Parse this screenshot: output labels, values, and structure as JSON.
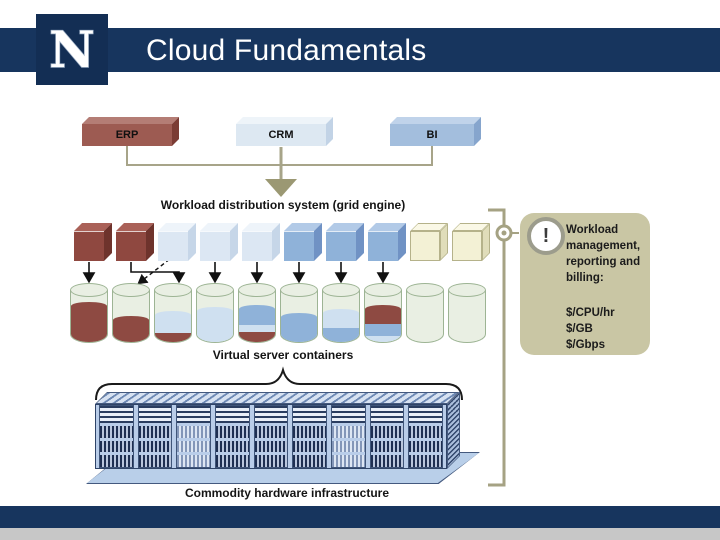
{
  "slide": {
    "title": "Cloud Fundamentals",
    "logo_letter": "N"
  },
  "diagram": {
    "apps": [
      {
        "label": "ERP",
        "type": "red"
      },
      {
        "label": "CRM",
        "type": "pale"
      },
      {
        "label": "BI",
        "type": "blue"
      }
    ],
    "grid_label": "Workload distribution system (grid engine)",
    "containers_label": "Virtual server containers",
    "hardware_label": "Commodity hardware infrastructure",
    "cubes": [
      "red",
      "red",
      "pale",
      "pale",
      "pale",
      "blue",
      "blue",
      "blue",
      "cream",
      "cream"
    ],
    "cylinders": [
      [
        {
          "c": "red",
          "h": 70
        }
      ],
      [
        {
          "c": "red",
          "h": 44
        }
      ],
      [
        {
          "c": "red",
          "h": 17
        },
        {
          "c": "pale",
          "h": 36
        }
      ],
      [
        {
          "c": "pale",
          "h": 60
        }
      ],
      [
        {
          "c": "red",
          "h": 19
        },
        {
          "c": "pale",
          "h": 14
        },
        {
          "c": "blue",
          "h": 32
        }
      ],
      [
        {
          "c": "blue",
          "h": 50
        }
      ],
      [
        {
          "c": "blue",
          "h": 27
        },
        {
          "c": "pale",
          "h": 30
        }
      ],
      [
        {
          "c": "pale",
          "h": 12
        },
        {
          "c": "blue",
          "h": 24
        },
        {
          "c": "red",
          "h": 28
        }
      ],
      [],
      []
    ],
    "flows": {
      "straight_from_cubes": [
        1,
        4,
        5,
        6,
        7,
        8
      ],
      "elbow": {
        "from_cube": 2,
        "to_cylinder": 3
      },
      "dashed": {
        "from_cube": 3,
        "to_cylinder": 2
      }
    },
    "rack_units": [
      "dark",
      "dark",
      "light",
      "dark",
      "dark",
      "dark",
      "light",
      "dark",
      "dark"
    ]
  },
  "callout": {
    "icon": "!",
    "heading": "Workload\nmanagement,\nreporting and\nbilling:",
    "rates": "$/CPU/hr\n$/GB\n$/Gbps"
  },
  "colors": {
    "navy": "#17355e",
    "logo_navy": "#132e54",
    "footer_gray": "#c7c7c7",
    "olive_line": "#a7a489",
    "olive_arrow": "#9b9873",
    "callout_bg": "#c9c6a4",
    "cube": {
      "red": {
        "front": "#8f4840",
        "top": "#aa6158",
        "side": "#6e332c"
      },
      "pale": {
        "front": "#dce7f3",
        "top": "#eef4fa",
        "side": "#c6d6e8"
      },
      "blue": {
        "front": "#8fb2d9",
        "top": "#b2cae7",
        "side": "#7092c4"
      },
      "cream": {
        "front": "#f3f1d5",
        "top": "#faf8e6",
        "side": "#e0ddba"
      }
    },
    "fill": {
      "red": "#8e4a42",
      "pale": "#cfe0f0",
      "blue": "#8fb2d9"
    }
  }
}
